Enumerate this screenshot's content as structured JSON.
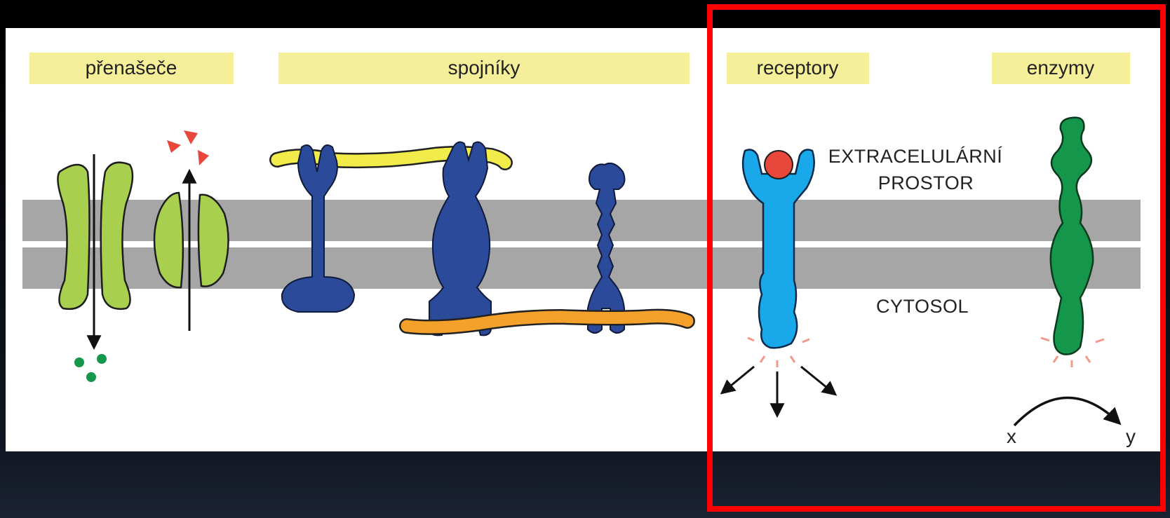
{
  "labels": {
    "transporters": "přenašeče",
    "linkers": "spojníky",
    "receptors": "receptory",
    "enzymes": "enzymy"
  },
  "regions": {
    "extracellular_line1": "EXTRACELULÁRNÍ",
    "extracellular_line2": "PROSTOR",
    "cytosol": "CYTOSOL"
  },
  "reaction": {
    "substrate": "x",
    "product": "y"
  },
  "colors": {
    "background": "#000000",
    "panel": "#ffffff",
    "membrane": "#a7a6a6",
    "label_highlight": "#f5ef9a",
    "transporter": "#a9cf4f",
    "linker_protein": "#2b4a9a",
    "filament_yellow": "#f2ec4a",
    "filament_orange": "#f3a12b",
    "receptor": "#19a8ea",
    "ligand": "#e8483b",
    "enzyme": "#14974a",
    "highlight_box": "#ff0000"
  },
  "icons": [
    "transport-arrow-icon",
    "signal-arrow-icon",
    "reaction-arc-icon"
  ]
}
